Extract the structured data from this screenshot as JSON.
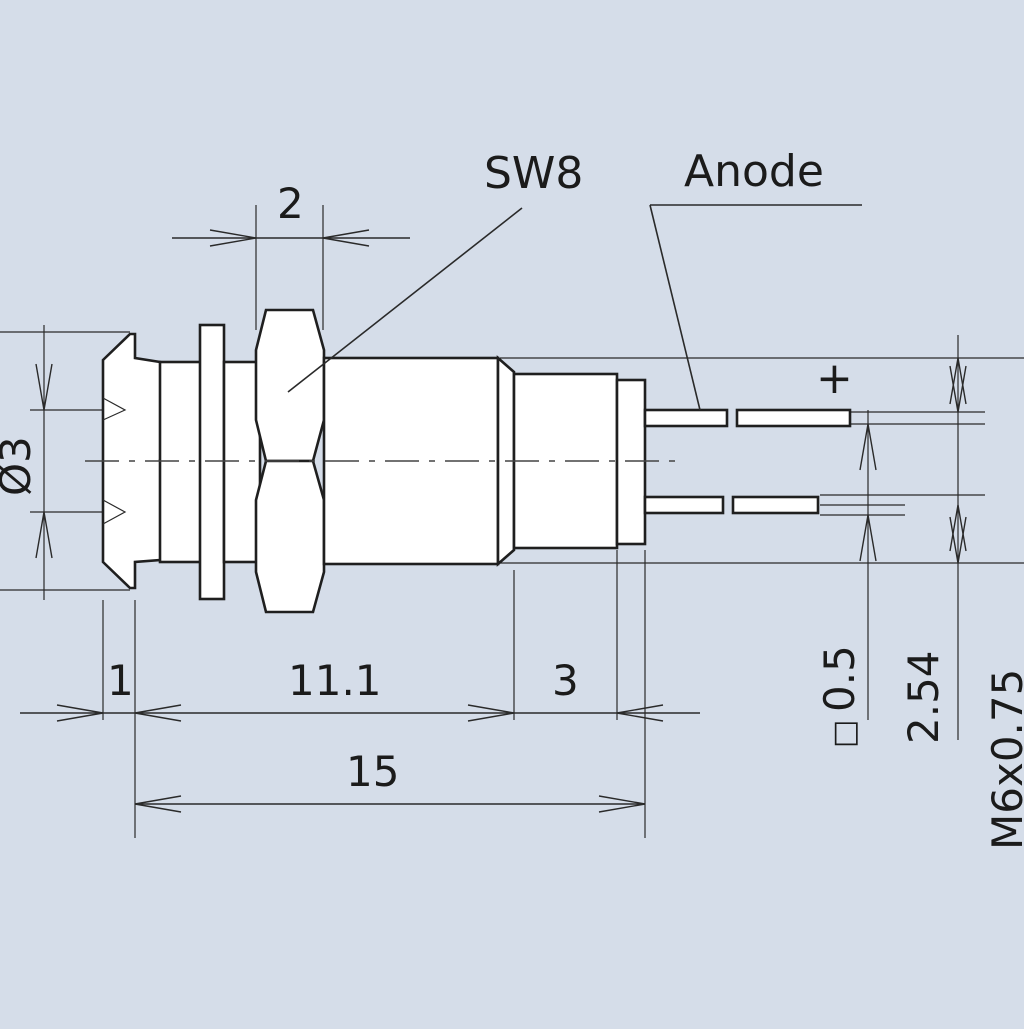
{
  "drawing": {
    "background": "#d5dde9",
    "line_color": "#2a2a2a",
    "labels": {
      "sw": "SW8",
      "anode": "Anode",
      "plus": "+",
      "dim_nut": "2",
      "dim_diameter": "Ø3",
      "dim_flange": "1",
      "dim_body": "11.1",
      "dim_tail": "3",
      "dim_total": "15",
      "dim_pin": "0.5",
      "dim_pin_symbol": "□",
      "dim_pitch": "2.54",
      "dim_thread": "M6x0.75"
    }
  }
}
